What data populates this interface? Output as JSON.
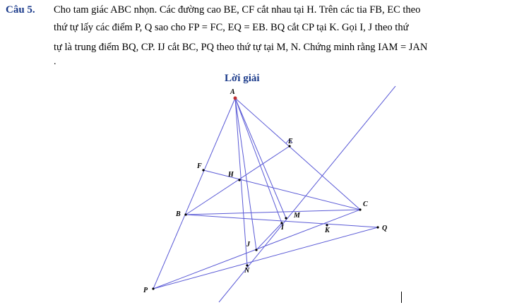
{
  "problem": {
    "number": "Câu 5.",
    "line1": "Cho tam giác ABC nhọn. Các đường cao BE, CF cắt nhau tại H. Trên các tia FB, EC theo",
    "line2": "thứ tự lấy các điểm P, Q sao cho FP = FC, EQ = EB. BQ cắt CP tại K. Gọi I, J theo thứ",
    "line3": "tự là trung điểm BQ, CP. IJ cắt BC, PQ theo thứ tự tại M, N. Chứng minh rằng IAM = JAN",
    "trailing": "."
  },
  "solution": {
    "title": "Lời giải"
  },
  "figure": {
    "stroke_color": "#5a5ad6",
    "point_color": "#000000",
    "points": {
      "A": "A",
      "B": "B",
      "C": "C",
      "E": "E",
      "F": "F",
      "H": "H",
      "I": "I",
      "J": "J",
      "K": "K",
      "M": "M",
      "N": "N",
      "P": "P",
      "Q": "Q"
    }
  }
}
